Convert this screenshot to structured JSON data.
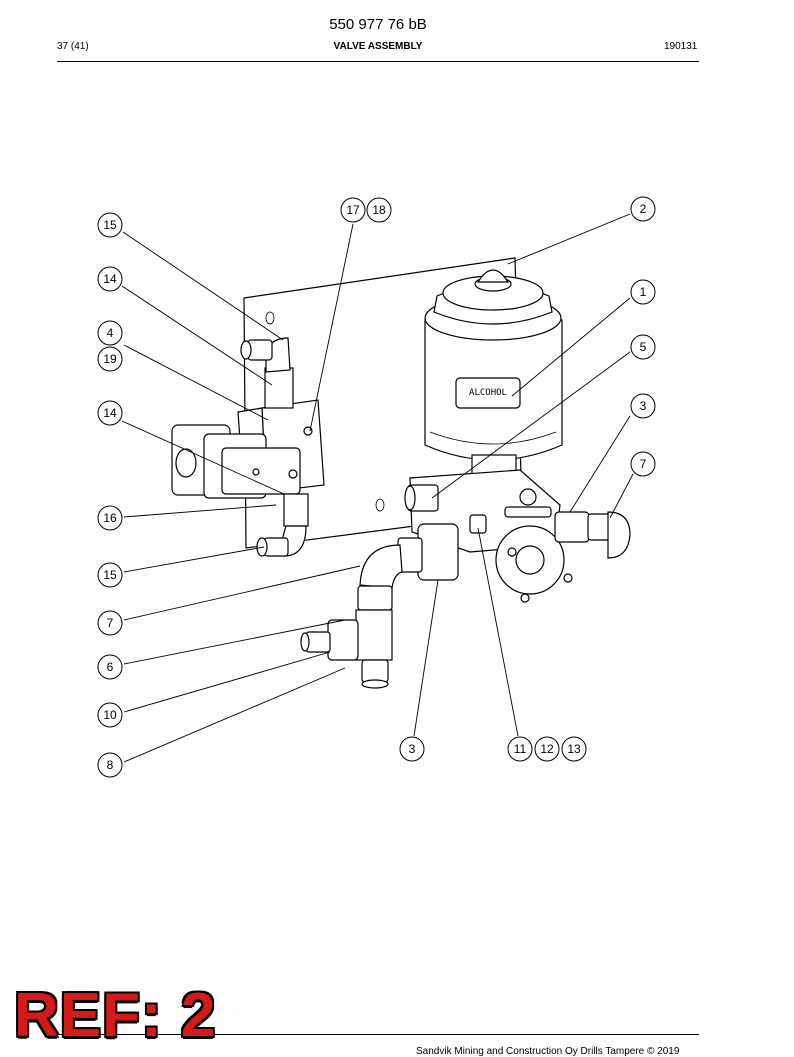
{
  "header": {
    "doc_number": "550 977 76 bB",
    "page": "37 (41)",
    "section_title": "VALVE ASSEMBLY",
    "date": "190131"
  },
  "drawing": {
    "canister_label": "ALCOHOL",
    "callouts": [
      "15",
      "14",
      "4",
      "19",
      "14",
      "16",
      "15",
      "7",
      "6",
      "10",
      "8",
      "17",
      "18",
      "2",
      "1",
      "5",
      "3",
      "7",
      "3",
      "11",
      "12",
      "13"
    ]
  },
  "footer": {
    "company": "Sandvik Mining and Construction Oy Drills Tampere © 2019",
    "stamp": "REF: 2"
  }
}
